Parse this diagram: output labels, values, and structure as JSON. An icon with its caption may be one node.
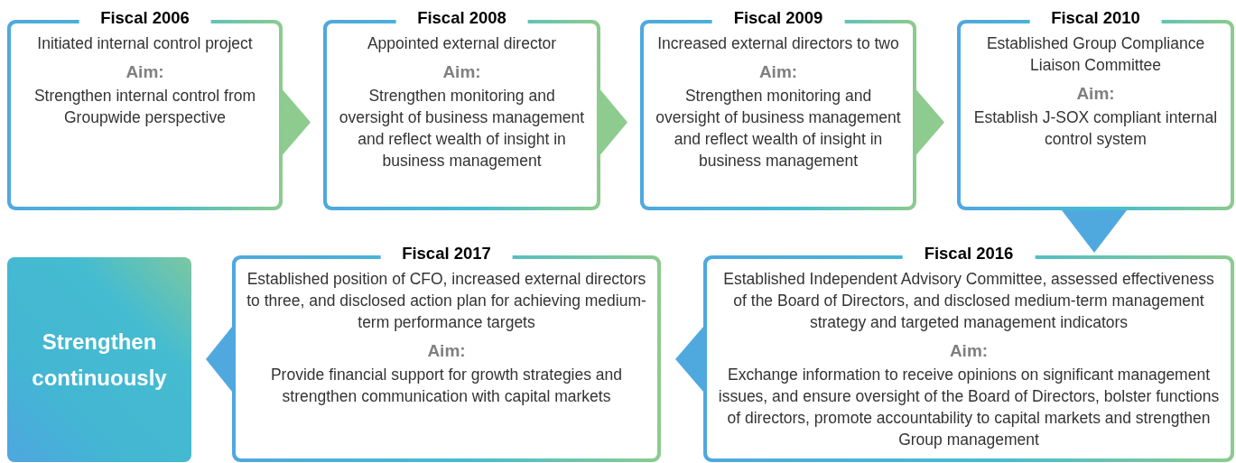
{
  "diagram": {
    "nodes": [
      {
        "text": [
          "Fiscal 2006",
          "Initiated internal control project",
          "Aim:",
          "Strengthen internal control from Groupwide perspective"
        ]
      },
      {
        "text": [
          "Fiscal 2008",
          "Appointed external director",
          "Aim:",
          "Strengthen monitoring and oversight of business management and reflect wealth of insight in business management"
        ]
      },
      {
        "text": [
          "Fiscal 2009",
          "Increased external directors to two",
          "Aim:",
          "Strengthen monitoring and oversight of business management and reflect wealth of insight in business management"
        ]
      },
      {
        "text": [
          "Fiscal 2010",
          "Established Group Compliance Liaison Committee",
          "Aim:",
          "Establish J-SOX compliant internal control system"
        ]
      },
      {
        "text": [
          "Fiscal 2016",
          "Established Independent Advisory Committee, assessed effectiveness of the Board of Directors, and disclosed medium-term management strategy and targeted management indicators",
          "Aim:",
          "Exchange information to receive opinions on significant management issues, and ensure oversight of the Board of Directors, bolster functions of directors, promote accountability to capital markets and strengthen Group management"
        ]
      },
      {
        "text": [
          "Fiscal 2017",
          "Established position of CFO, increased external directors to three, and disclosed action plan for achieving medium-term performance targets",
          "Aim:",
          "Provide financial support for growth strategies and strengthen communication with capital markets"
        ]
      },
      {
        "text": [
          "Strengthen continuously"
        ]
      }
    ],
    "edges": [
      {
        "from": 0,
        "to": 1,
        "arrow": "to"
      },
      {
        "from": 1,
        "to": 2,
        "arrow": "to"
      },
      {
        "from": 2,
        "to": 3,
        "arrow": "to"
      },
      {
        "from": 3,
        "to": 4,
        "arrow": "to",
        "color": "#4fa9df"
      },
      {
        "from": 4,
        "to": 5,
        "arrow": "to",
        "color": "#4fa9df"
      },
      {
        "from": 5,
        "to": 6,
        "arrow": "to",
        "color": "#4fa9df"
      }
    ]
  }
}
